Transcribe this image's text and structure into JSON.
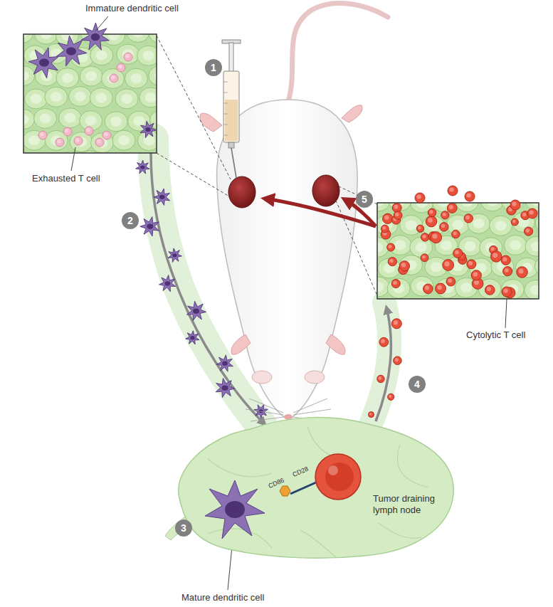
{
  "diagram": {
    "nodes": [
      {
        "text": [
          "Tumor draining lymph node"
        ]
      }
    ],
    "labels": [
      "Immature dendritic cell",
      "1",
      "Exhausted T cell",
      "5",
      "2",
      "Cytolytic T cell",
      "4",
      "CD86",
      "CD28",
      "3",
      "Mature dendritic cell"
    ]
  }
}
